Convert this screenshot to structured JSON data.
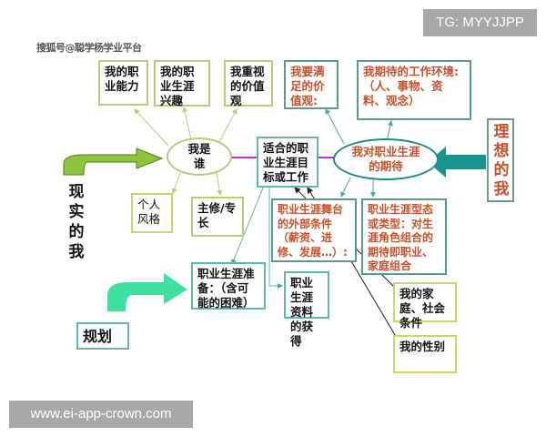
{
  "watermarks": {
    "top_right": "TG: MYYJJPP",
    "bottom_left": "www.ei-app-crown.com",
    "source": "搜狐号@聪学杨学业平台"
  },
  "left_section": {
    "label_real_self": "现实的我",
    "center": "我是谁",
    "top_boxes": [
      {
        "id": "ability",
        "text": "我的职业能力"
      },
      {
        "id": "interest",
        "text": "我的职业生涯兴趣"
      },
      {
        "id": "values",
        "text": "我重视的价值观"
      }
    ],
    "bottom_boxes": [
      {
        "id": "style",
        "text": "个人风格"
      },
      {
        "id": "major",
        "text": "主修/专长"
      }
    ]
  },
  "center_section": {
    "goal": "适合的职业生涯目标或工作"
  },
  "right_section": {
    "label_ideal_self": "理想的我",
    "center": "我对职业生涯的期待",
    "top_boxes": [
      {
        "id": "satisfy-values",
        "text": "我要满足的价值观:"
      },
      {
        "id": "environment",
        "text": "我期待的工作环境:（人、事物、资料、观念）"
      }
    ],
    "bottom_boxes": [
      {
        "id": "external",
        "text": "职业生涯舞台的外部条件（薪资、进修、发展…）:"
      },
      {
        "id": "type",
        "text": "职业生涯型态或类型：对生涯角色组合的期待即职业、家庭组合"
      }
    ]
  },
  "planning_section": {
    "label_plan": "规划",
    "prep": "职业生涯准备：（含可能的困难）",
    "info": "职业生涯资料的获得",
    "family": "我的家庭、社会条件",
    "gender": "我的性别"
  },
  "colors": {
    "green_border": "#b8cc7a",
    "teal_border": "#5fb8a8",
    "red_text": "#c8502a",
    "magenta_link": "#c030c0",
    "green_arrow": "#8cc43c",
    "teal_arrow": "#16968e",
    "mint_arrow": "#3ee0a0"
  }
}
